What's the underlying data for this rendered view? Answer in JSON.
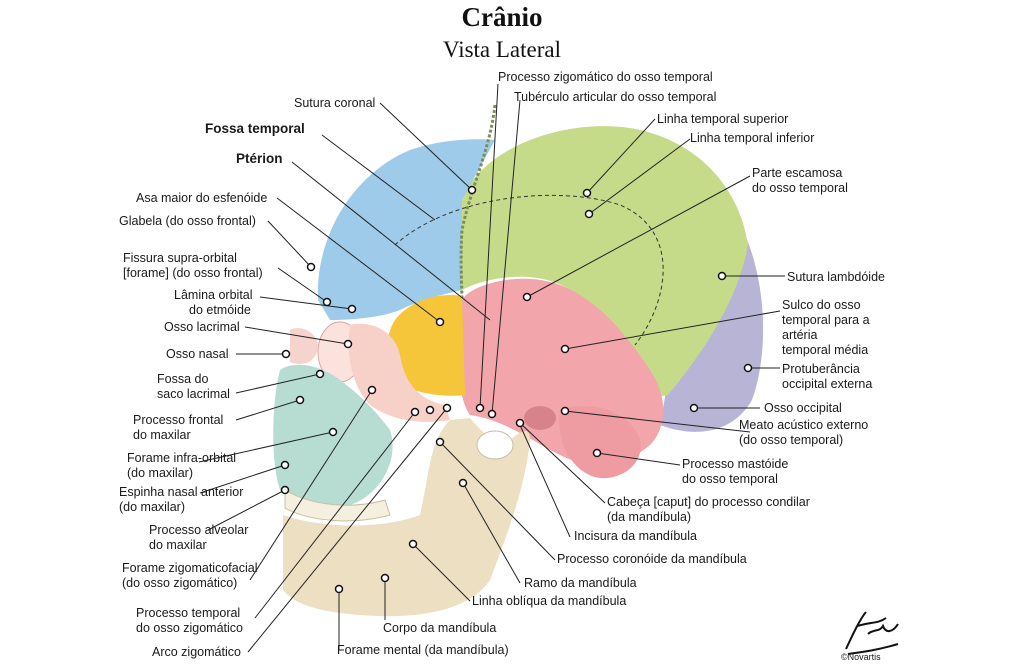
{
  "title": "Crânio",
  "subtitle": "Vista Lateral",
  "signature_text": "©Novartis",
  "colors": {
    "frontal": "#9ecbe9",
    "parietal": "#c6db8a",
    "temporal": "#f2a5aa",
    "occipital": "#b8b4d6",
    "sphenoid": "#f5c63a",
    "zygomatic": "#f7d0c8",
    "maxilla": "#b7ddd2",
    "mandible": "#ecdfc2",
    "nasal": "#f6d3cc"
  },
  "labels": {
    "processo_zigomatico": "Processo zigomático do osso temporal",
    "tuberculo_articular": "Tubérculo articular do osso temporal",
    "sutura_coronal": "Sutura coronal",
    "linha_temporal_superior": "Linha temporal superior",
    "linha_temporal_inferior": "Linha temporal inferior",
    "fossa_temporal": "Fossa temporal",
    "pterion": "Ptérion",
    "parte_escamosa_1": "Parte escamosa",
    "parte_escamosa_2": "do osso temporal",
    "asa_maior": "Asa maior do esfenóide",
    "glabela": "Glabela (do osso frontal)",
    "fissura_1": "Fissura supra-orbital",
    "fissura_2": "[forame] (do osso frontal)",
    "sutura_lambdoide": "Sutura lambdóide",
    "lamina_1": "Lâmina orbital",
    "lamina_2": "do etmóide",
    "osso_lacrimal": "Osso lacrimal",
    "sulco_1": "Sulco do osso",
    "sulco_2": "temporal para a",
    "sulco_3": "artéria",
    "sulco_4": "temporal média",
    "osso_nasal": "Osso nasal",
    "protuberancia_1": "Protuberância",
    "protuberancia_2": "occipital externa",
    "fossa_saco_1": "Fossa do",
    "fossa_saco_2": "saco lacrimal",
    "osso_occipital": "Osso occipital",
    "processo_frontal_1": "Processo frontal",
    "processo_frontal_2": "do maxilar",
    "meato_1": "Meato acústico externo",
    "meato_2": "(do osso temporal)",
    "forame_infra_1": "Forame infra-orbital",
    "forame_infra_2": "(do maxilar)",
    "processo_mastoide_1": "Processo mastóide",
    "processo_mastoide_2": "do osso temporal",
    "espinha_1": "Espinha nasal anterior",
    "espinha_2": "(do maxilar)",
    "cabeca_1": "Cabeça [caput] do processo condilar",
    "cabeca_2": "(da mandíbula)",
    "processo_alveolar_1": "Processo alveolar",
    "processo_alveolar_2": "do maxilar",
    "incisura": "Incisura da mandíbula",
    "processo_coronoide": "Processo coronóide da mandíbula",
    "forame_zigo_1": "Forame zigomaticofacial",
    "forame_zigo_2": "(do osso zigomático)",
    "ramo": "Ramo da mandíbula",
    "linha_obliqua": "Linha oblíqua da mandíbula",
    "processo_temporal_1": "Processo temporal",
    "processo_temporal_2": "do osso zigomático",
    "corpo": "Corpo da mandíbula",
    "arco": "Arco zigomático",
    "forame_mental": "Forame mental (da mandíbula)"
  }
}
